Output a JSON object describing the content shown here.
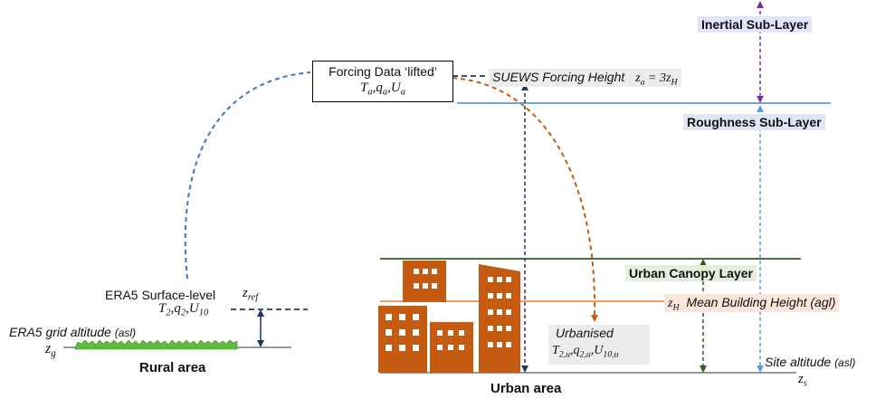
{
  "layers": {
    "inertial": "Inertial Sub-Layer",
    "roughness": "Roughness Sub-Layer",
    "canopy": "Urban Canopy Layer"
  },
  "forcing": {
    "title": "Forcing Data ‘lifted’",
    "vars": [
      "T",
      "a",
      ",q",
      "a",
      ",U",
      "a"
    ]
  },
  "suews": {
    "label": "SUEWS Forcing Height",
    "eq_lhs": "z",
    "eq_lhs_sub": "a",
    "eq_rhs": " = 3z",
    "eq_rhs_sub": "H"
  },
  "era5": {
    "surface_label": "ERA5 Surface-level",
    "zref": "z",
    "zref_sub": "ref",
    "vars": [
      "T",
      "2",
      ",q",
      "2",
      ",U",
      "10"
    ],
    "grid_label": "ERA5 grid altitude",
    "grid_suffix": "(asl)",
    "zg": "z",
    "zg_sub": "g"
  },
  "areas": {
    "rural": "Rural area",
    "urban": "Urban area"
  },
  "urbanised": {
    "label": "Urbanised",
    "vars": [
      "T",
      "2,u",
      ",q",
      "2,u",
      ",U",
      "10,u"
    ]
  },
  "building_height": {
    "symbol": "z",
    "symbol_sub": "H",
    "label": "Mean Building Height (agl)"
  },
  "site": {
    "label": "Site altitude",
    "suffix": "(asl)",
    "symbol": "z",
    "symbol_sub": "s"
  },
  "colors": {
    "building": "#c55a11",
    "blue": "#4472c4",
    "navy": "#1f3864",
    "orange": "#c55a11",
    "green": "#375623",
    "purple": "#7030a0",
    "lightblue": "#5b9bd5",
    "grass": "#5dbb3d"
  }
}
